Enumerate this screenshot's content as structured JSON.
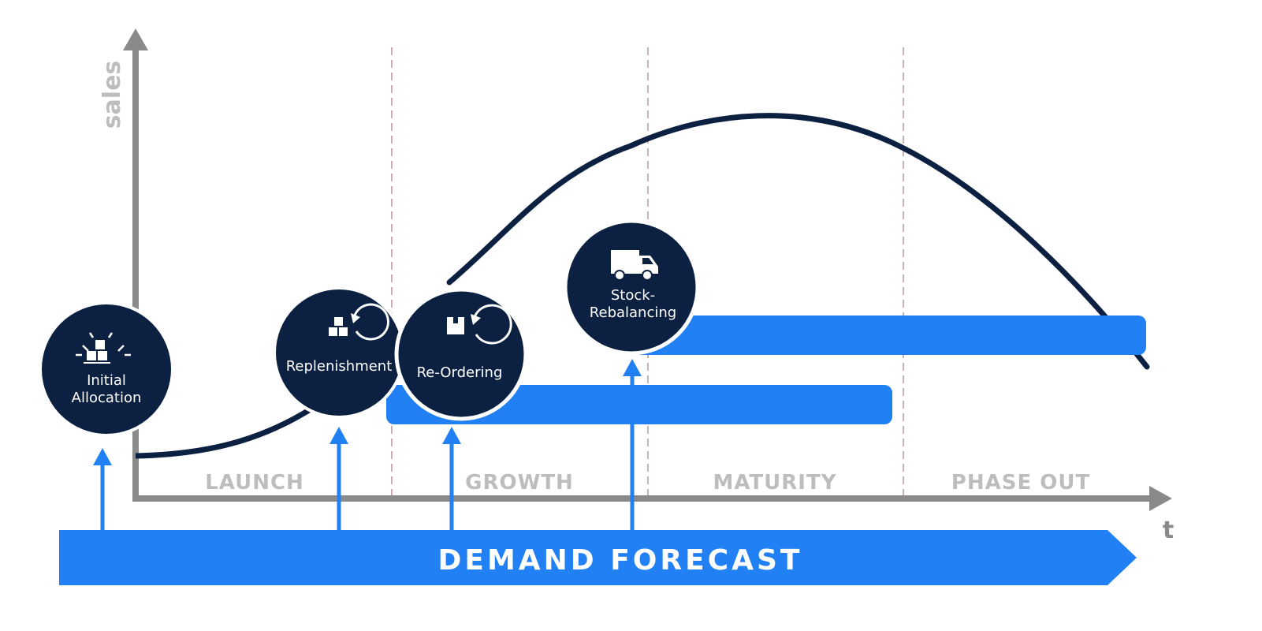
{
  "axes": {
    "y_label": "sales",
    "x_label": "t"
  },
  "phases": [
    "LAUNCH",
    "GROWTH",
    "MATURITY",
    "PHASE OUT"
  ],
  "forecast_label": "DEMAND FORECAST",
  "steps": [
    {
      "lines": [
        "Initial",
        "Allocation"
      ],
      "icon": "boxes-distribution-icon"
    },
    {
      "lines": [
        "Replenishment"
      ],
      "icon": "boxes-cycle-icon"
    },
    {
      "lines": [
        "Re-Ordering"
      ],
      "icon": "box-cycle-icon"
    },
    {
      "lines": [
        "Stock-",
        "Rebalancing"
      ],
      "icon": "truck-icon"
    }
  ],
  "colors": {
    "navy": "#0c2141",
    "blue": "#2280f5",
    "axis": "#8a8a8a",
    "divider": "#c9b0b5",
    "phase_text": "#bdbdbd"
  }
}
